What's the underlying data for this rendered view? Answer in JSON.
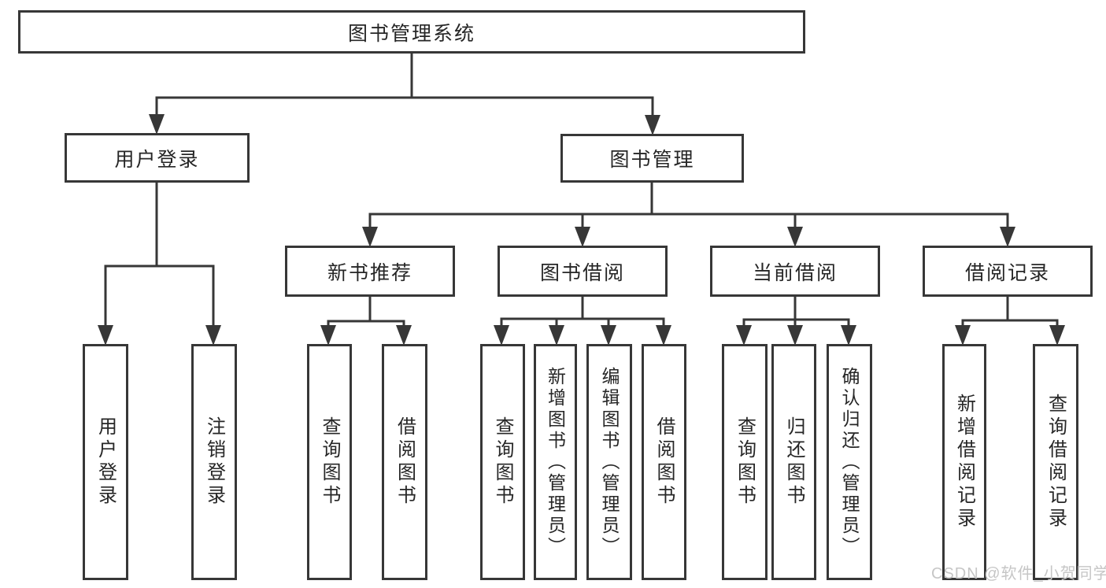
{
  "diagram": {
    "root": "图书管理系统",
    "level2": {
      "user_login": "用户登录",
      "book_mgmt": "图书管理"
    },
    "level3": {
      "new_book_rec": "新书推荐",
      "book_borrow": "图书借阅",
      "current_borrow": "当前借阅",
      "borrow_record": "借阅记录"
    },
    "leaves": {
      "user_login": "用户登录",
      "logout": "注销登录",
      "rec_query_books": "查询图书",
      "rec_borrow_books": "借阅图书",
      "bb_query_books": "查询图书",
      "bb_add_books": "新增图书（管理员）",
      "bb_edit_books": "编辑图书（管理员）",
      "bb_borrow_books": "借阅图书",
      "cb_query_books": "查询图书",
      "cb_return_books": "归还图书",
      "cb_confirm_return": "确认归还（管理员）",
      "br_add_record": "新增借阅记录",
      "br_query_record": "查询借阅记录"
    }
  },
  "watermark": {
    "text": "CSDN @软件_小贺同学"
  },
  "colors": {
    "line": "#373737",
    "box_border": "#373737",
    "text": "#262626",
    "watermark": "#c6c6c6",
    "background": "#ffffff"
  }
}
